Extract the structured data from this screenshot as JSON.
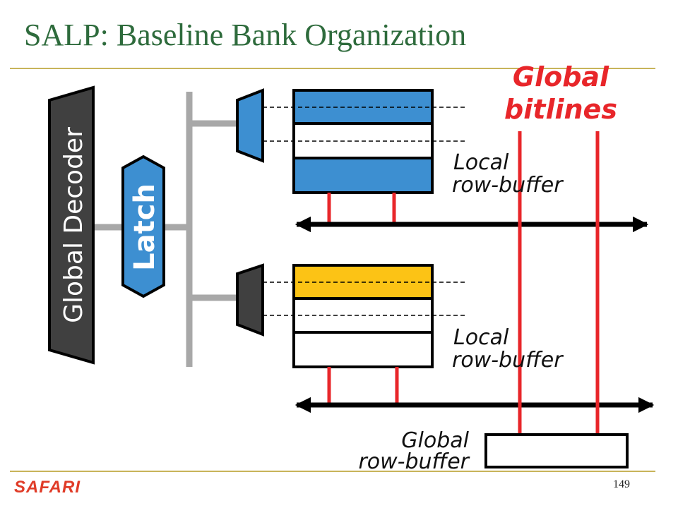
{
  "slide": {
    "title": "SALP: Baseline Bank Organization",
    "footer_logo": "SAFARI",
    "page_number": "149"
  },
  "diagram": {
    "global_decoder_label": "Global Decoder",
    "latch_label": "Latch",
    "global_bitlines_label": [
      "Global",
      "bitlines"
    ],
    "subarrays": [
      {
        "name": "top",
        "local_row_buffer_label": [
          "Local",
          "row-buffer"
        ],
        "decoder_color": "#3d8fd1",
        "active_row_color": "#3d8fd1"
      },
      {
        "name": "bottom",
        "local_row_buffer_label": [
          "Local",
          "row-buffer"
        ],
        "decoder_color": "#404040",
        "active_row_color": "#fcc315"
      }
    ],
    "global_row_buffer_label": [
      "Global",
      "row-buffer"
    ],
    "colors": {
      "bitline": "#e8262a",
      "decoder": "#404040",
      "latch": "#3d8fd1",
      "wire": "#a8a8a8"
    }
  }
}
